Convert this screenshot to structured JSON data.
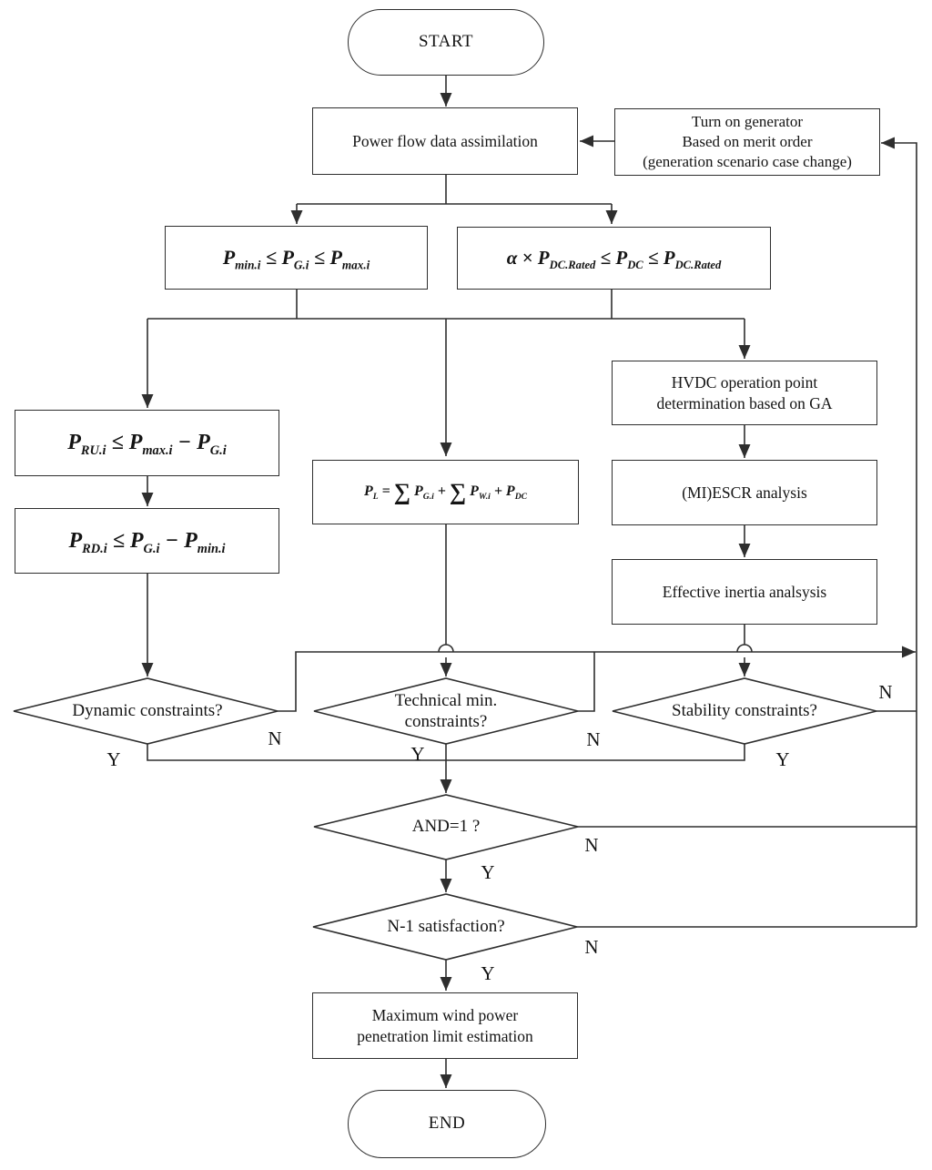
{
  "nodes": {
    "start": {
      "label": "START"
    },
    "power_flow": {
      "label": "Power flow data assimilation"
    },
    "turn_on_generator": {
      "lines": [
        "Turn on generator",
        "Based on merit order",
        "(generation scenario case change)"
      ]
    },
    "gen_limit": {
      "formula": "P_{min.i} ≤ P_{G.i} ≤ P_{max.i}"
    },
    "dc_limit": {
      "formula": "α × P_{DC.Rated} ≤ P_{DC} ≤ P_{DC.Rated}"
    },
    "ramp_up": {
      "formula": "P_{RU.i} ≤ P_{max.i} − P_{G.i}"
    },
    "ramp_down": {
      "formula": "P_{RD.i} ≤ P_{G.i} − P_{min.i}"
    },
    "power_balance": {
      "formula": "P_{L} = ∑ P_{G.i} + ∑ P_{W.i} + P_{DC}"
    },
    "hvdc": {
      "lines": [
        "HVDC operation point",
        "determination based on GA"
      ]
    },
    "miescr": {
      "label": "(MI)ESCR analysis"
    },
    "inertia": {
      "label": "Effective inertia analsysis"
    },
    "dynamic": {
      "label": "Dynamic constraints?"
    },
    "technical": {
      "lines": [
        "Technical min.",
        "constraints?"
      ]
    },
    "stability": {
      "label": "Stability constraints?"
    },
    "and_check": {
      "label": "AND=1 ?"
    },
    "n1_check": {
      "label": "N-1 satisfaction?"
    },
    "max_wind": {
      "lines": [
        "Maximum wind power",
        "penetration limit estimation"
      ]
    },
    "end": {
      "label": "END"
    }
  },
  "branch_labels": {
    "dynamic_yes": "Y",
    "dynamic_no": "N",
    "technical_yes": "Y",
    "technical_no": "N",
    "stability_yes": "Y",
    "stability_no": "N",
    "and_yes": "Y",
    "and_no": "N",
    "n1_yes": "Y",
    "n1_no": "N"
  },
  "colors": {
    "line": "#2e2e2e",
    "node_border": "#2e2e2e",
    "background": "#ffffff",
    "text": "#141414"
  }
}
